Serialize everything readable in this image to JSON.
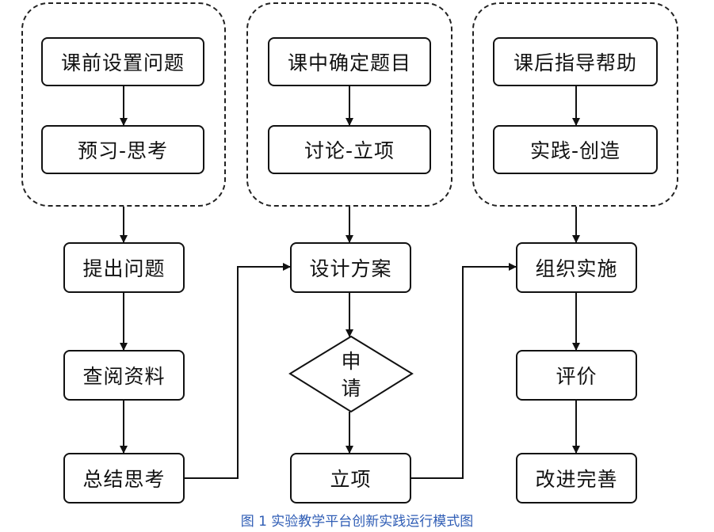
{
  "groups": {
    "pre_class": {
      "step1": "课前设置问题",
      "step2": "预习-思考"
    },
    "in_class": {
      "step1": "课中确定题目",
      "step2": "讨论-立项"
    },
    "after_class": {
      "step1": "课后指导帮助",
      "step2": "实践-创造"
    }
  },
  "left_column": [
    "提出问题",
    "查阅资料",
    "总结思考"
  ],
  "middle_column": {
    "design": "设计方案",
    "diamond_line1": "申",
    "diamond_line2": "请",
    "result": "立项"
  },
  "right_column": [
    "组织实施",
    "评价",
    "改进完善"
  ],
  "caption": "图 1   实验教学平台创新实践运行模式图"
}
